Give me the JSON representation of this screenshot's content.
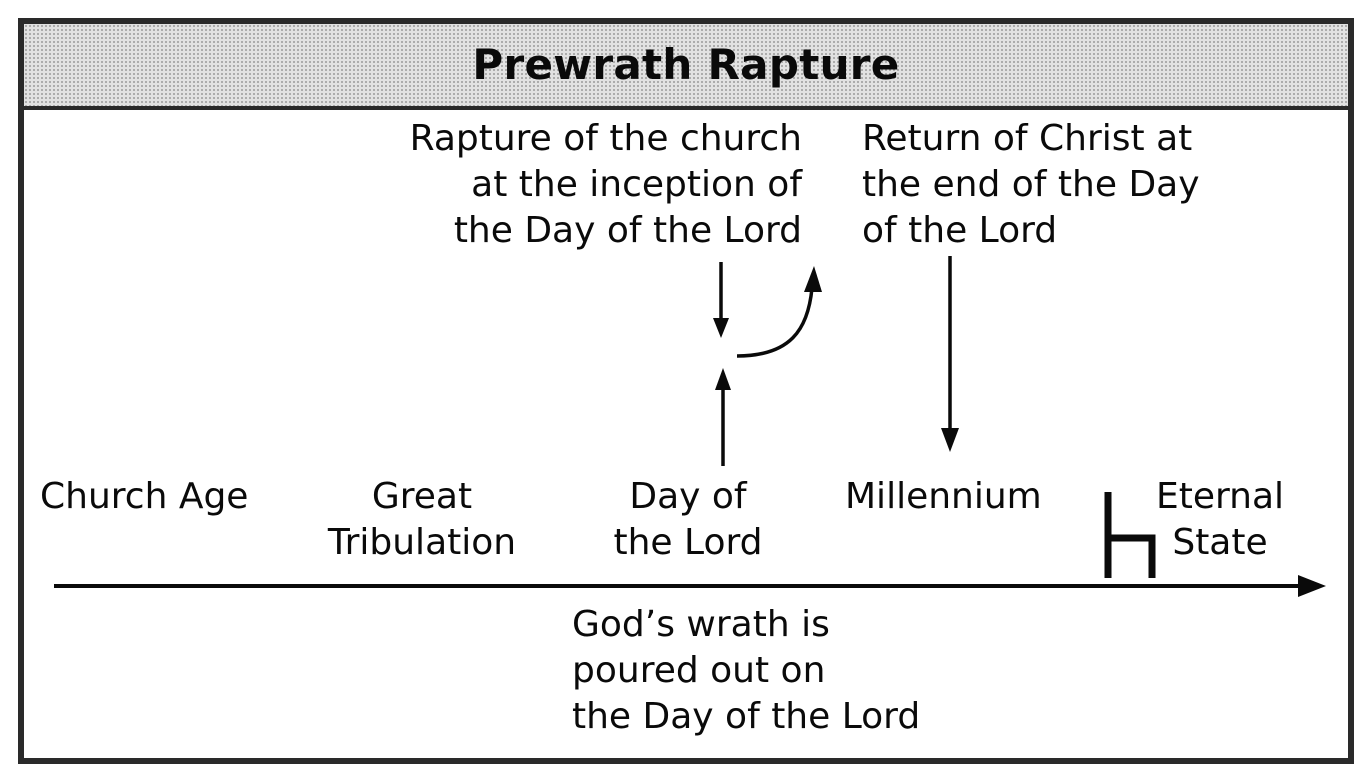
{
  "title": "Prewrath Rapture",
  "annotations": {
    "rapture": [
      "Rapture of the church",
      "at the inception of",
      "the Day of the Lord"
    ],
    "return": [
      "Return of Christ at",
      "the end of the Day",
      "of the Lord"
    ],
    "wrath": [
      "God’s wrath is",
      "poured out on",
      "the Day of the Lord"
    ]
  },
  "timeline": {
    "church_age": [
      "Church Age"
    ],
    "great_tribulation": [
      "Great",
      "Tribulation"
    ],
    "day_of_the_lord": [
      "Day of",
      "the Lord"
    ],
    "millennium": [
      "Millennium"
    ],
    "eternal_state": [
      "Eternal",
      "State"
    ]
  },
  "icons": [
    "timeline-arrow-icon",
    "rapture-down-arrow-icon",
    "rapture-up-arrow-icon",
    "rapture-curved-arrow-icon",
    "return-down-arrow-icon",
    "eternal-state-marker-icon"
  ]
}
